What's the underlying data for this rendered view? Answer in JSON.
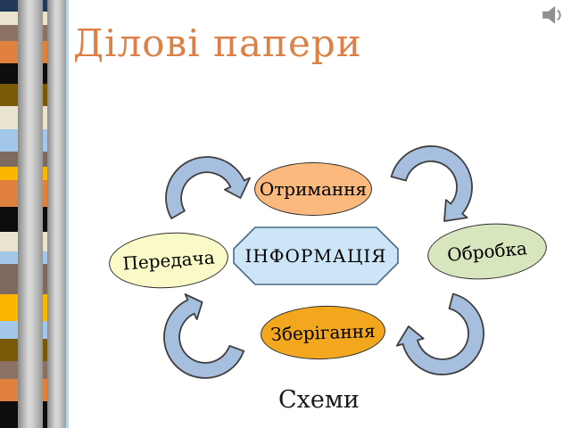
{
  "slide": {
    "title": "Ділові папери",
    "title_color": "#DC8046",
    "footer": "Схеми",
    "background": "#FFFFFF"
  },
  "speaker": {
    "icon": "speaker-icon",
    "color": "#8F8F8F"
  },
  "diagram": {
    "type": "cycle",
    "direction": "clockwise",
    "center": {
      "label": "ІНФОРМАЦІЯ",
      "shape": "octagon",
      "fill": "#CCE6F7",
      "border": "#4A6A84"
    },
    "nodes": [
      {
        "position": "top",
        "label": "Отримання",
        "fill": "#FBB97E",
        "border": "#2E2E2E"
      },
      {
        "position": "right",
        "label": "Обробка",
        "fill": "#D7E6BC",
        "border": "#2E2E2E"
      },
      {
        "position": "bottom",
        "label": "Зберігання",
        "fill": "#F2A71E",
        "border": "#2E2E2E"
      },
      {
        "position": "left",
        "label": "Передача",
        "fill": "#FAFAC8",
        "border": "#2E2E2E"
      }
    ],
    "arrows": {
      "fill": "#A6BFDF",
      "outline": "#3F3F3F"
    }
  },
  "decor_strip": {
    "pillar_gradient": [
      "#8A8A8A",
      "#D9D9D9",
      "#969696"
    ],
    "edge_line_color": "#B9D5EA",
    "bands": [
      {
        "color": "#23395B",
        "height": 13
      },
      {
        "color": "#EAE4CF",
        "height": 15
      },
      {
        "color": "#8B7265",
        "height": 18
      },
      {
        "color": "#E0813E",
        "height": 25
      },
      {
        "color": "#0D0D0D",
        "height": 23
      },
      {
        "color": "#7B5A07",
        "height": 25
      },
      {
        "color": "#EAE4CF",
        "height": 26
      },
      {
        "color": "#A3C7E8",
        "height": 25
      },
      {
        "color": "#7E6A5F",
        "height": 17
      },
      {
        "color": "#FBB600",
        "height": 15
      },
      {
        "color": "#E0813E",
        "height": 30
      },
      {
        "color": "#0D0D0D",
        "height": 28
      },
      {
        "color": "#EAE4CF",
        "height": 22
      },
      {
        "color": "#A3C7E8",
        "height": 14
      },
      {
        "color": "#7E6A5F",
        "height": 34
      },
      {
        "color": "#FBB600",
        "height": 30
      },
      {
        "color": "#A3C7E8",
        "height": 20
      },
      {
        "color": "#7B5A07",
        "height": 25
      },
      {
        "color": "#8B7265",
        "height": 20
      },
      {
        "color": "#E0813E",
        "height": 25
      },
      {
        "color": "#0D0D0D",
        "height": 30
      }
    ]
  }
}
